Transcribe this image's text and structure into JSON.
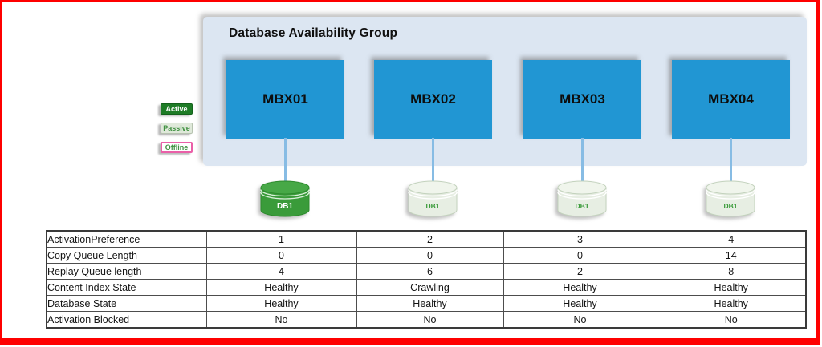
{
  "dag": {
    "title": "Database Availability Group",
    "servers": [
      {
        "name": "MBX01"
      },
      {
        "name": "MBX02"
      },
      {
        "name": "MBX03"
      },
      {
        "name": "MBX04"
      }
    ]
  },
  "legend": {
    "items": [
      {
        "label": "Active",
        "state": "active"
      },
      {
        "label": "Passive",
        "state": "passive"
      },
      {
        "label": "Offline",
        "state": "offline"
      }
    ]
  },
  "databases": [
    {
      "label": "DB1",
      "state": "active"
    },
    {
      "label": "DB1",
      "state": "passive"
    },
    {
      "label": "DB1",
      "state": "passive"
    },
    {
      "label": "DB1",
      "state": "passive"
    }
  ],
  "table": {
    "rows": [
      {
        "label": "ActivationPreference",
        "values": [
          "1",
          "2",
          "3",
          "4"
        ]
      },
      {
        "label": "Copy Queue Length",
        "values": [
          "0",
          "0",
          "0",
          "14"
        ]
      },
      {
        "label": "Replay Queue length",
        "values": [
          "4",
          "6",
          "2",
          "8"
        ]
      },
      {
        "label": "Content Index State",
        "values": [
          "Healthy",
          "Crawling",
          "Healthy",
          "Healthy"
        ]
      },
      {
        "label": "Database State",
        "values": [
          "Healthy",
          "Healthy",
          "Healthy",
          "Healthy"
        ]
      },
      {
        "label": "Activation Blocked",
        "values": [
          "No",
          "No",
          "No",
          "No"
        ]
      }
    ]
  },
  "colors": {
    "frame_red": "#fe0000",
    "server_blue": "#2196d3",
    "container_blue": "#dce6f2",
    "connector_blue": "#87bce4",
    "active_green": "#1e7c26",
    "active_cylinder_body": "#3a9b3a",
    "active_cylinder_top": "#47a847",
    "active_cylinder_stroke": "#2e8b2e",
    "passive_bg": "#dfe9da",
    "passive_cylinder_body": "#e7eee3",
    "passive_cylinder_top": "#f0f5ec",
    "passive_cylinder_stroke": "#c3d2bd",
    "offline_border_pink": "#ea5fa8",
    "green_text": "#3f9040"
  }
}
